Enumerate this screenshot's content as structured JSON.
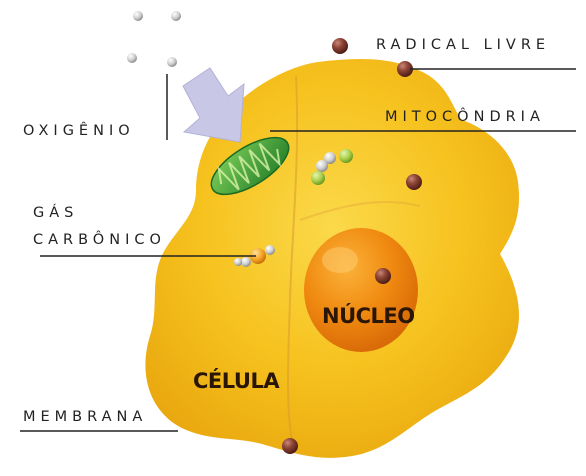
{
  "labels": {
    "radical_livre": "RADICAL LIVRE",
    "mitocondria": "MITOCÔNDRIA",
    "oxigenio": "OXIGÊNIO",
    "gas_line1": "GÁS",
    "gas_line2": "CARBÔNICO",
    "membrana": "MEMBRANA",
    "nucleo": "NÚCLEO",
    "celula": "CÉLULA"
  },
  "colors": {
    "cell_yellow": "#F6C21E",
    "nucleus_orange": "#F08A10",
    "mitochondria_green": "#2E9A33",
    "radical_brown": "#7A3A2A",
    "arrow_lavender": "#C9C7E6",
    "label_text": "#222222"
  }
}
